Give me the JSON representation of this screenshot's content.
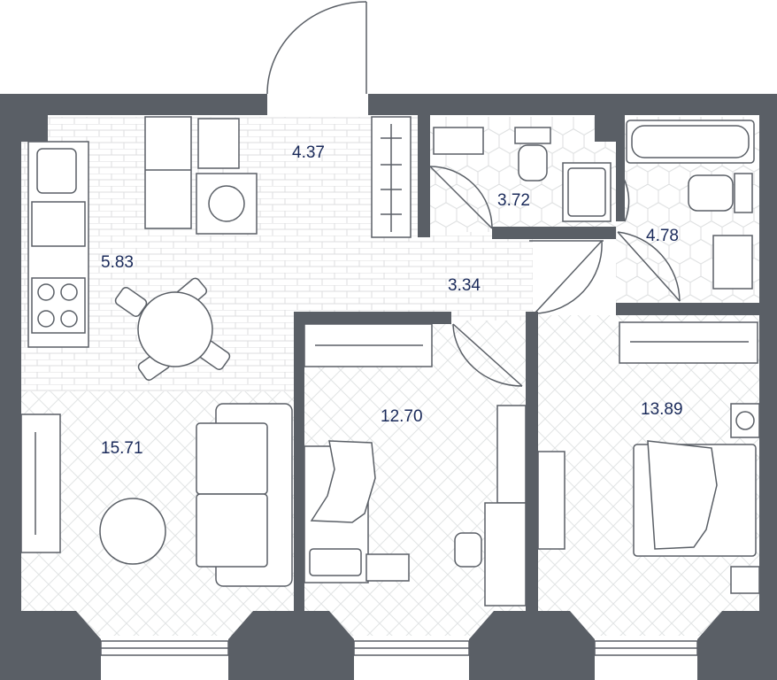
{
  "colors": {
    "wall": "#5a5f66",
    "tile_line": "#dcdedf",
    "parquet_line": "#e2e4e5",
    "furniture_stroke": "#5a5f66",
    "label": "#1a2a5a",
    "background": "#ffffff"
  },
  "rooms": [
    {
      "id": "hall",
      "area": "4.37"
    },
    {
      "id": "kitchen",
      "area": "5.83"
    },
    {
      "id": "bathroom",
      "area": "3.72"
    },
    {
      "id": "corridor",
      "area": "3.34"
    },
    {
      "id": "wc",
      "area": "4.78"
    },
    {
      "id": "living-room",
      "area": "15.71"
    },
    {
      "id": "bedroom-1",
      "area": "12.70"
    },
    {
      "id": "bedroom-2",
      "area": "13.89"
    }
  ]
}
